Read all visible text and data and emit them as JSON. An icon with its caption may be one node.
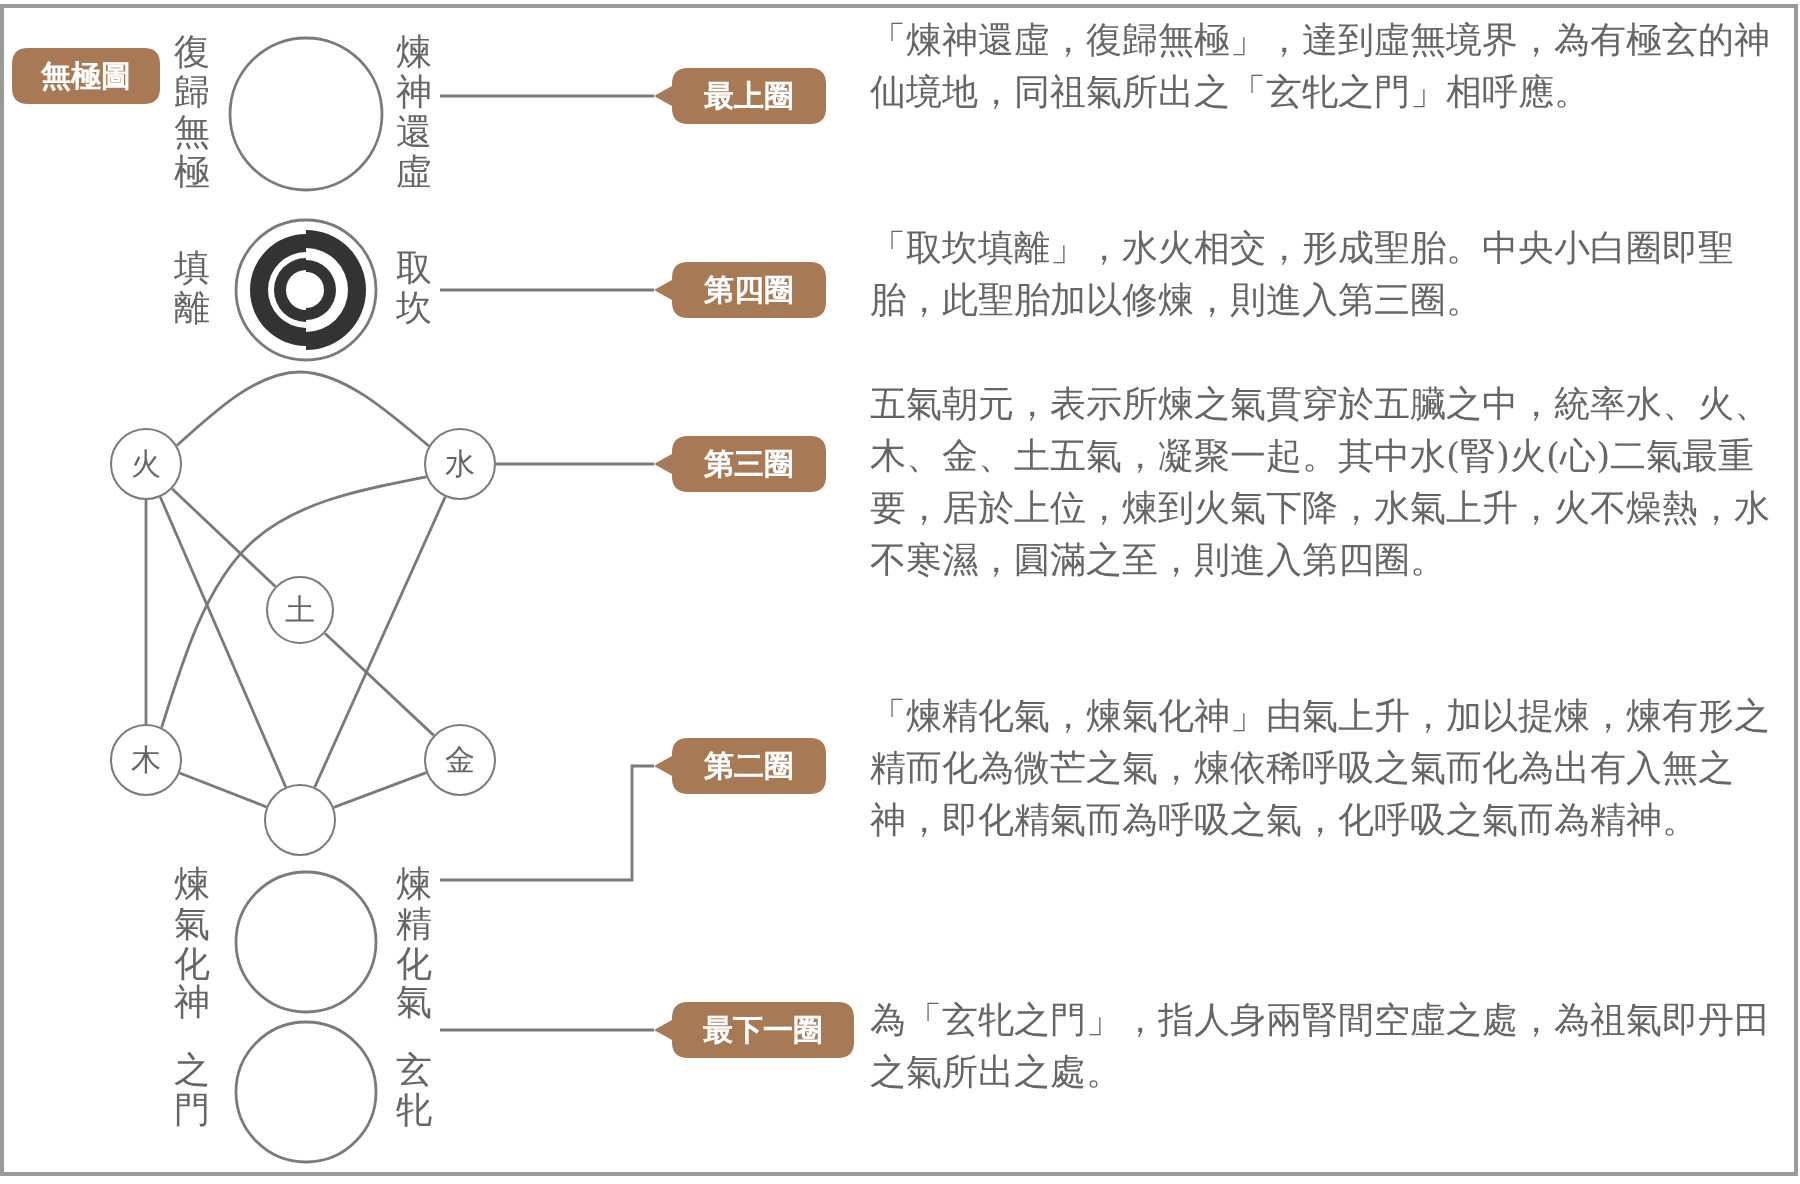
{
  "diagram": {
    "nodes": [
      {
        "text": [
          "無極圖"
        ]
      },
      {
        "text": [],
        "shape": "circle",
        "beside": [
          "復歸無極",
          "煉神還虛"
        ]
      },
      {
        "text": [
          "最上圈"
        ],
        "beside": [
          "「煉神還虛，復歸無極」，達到虛無境界，為有極玄的神仙境地，同祖氣所出之「玄牝之門」相呼應。"
        ]
      },
      {
        "text": [],
        "shape": "circle",
        "beside": [
          "填離",
          "取坎"
        ]
      },
      {
        "text": [
          "第四圈"
        ],
        "beside": [
          "「取坎填離」，水火相交，形成聖胎。中央小白圈即聖胎，此聖胎加以修煉，則進入第三圈。"
        ]
      },
      {
        "text": [
          "火"
        ]
      },
      {
        "text": [
          "水"
        ]
      },
      {
        "text": [
          "第三圈"
        ],
        "beside": [
          "五氣朝元，表示所煉之氣貫穿於五臟之中，統率水、火、木、金、土五氣，凝聚一起。其中水(腎)火(心)二氣最重要，居於上位，煉到火氣下降，水氣上升，火不燥熱，水不寒濕，圓滿之至，則進入第四圈。"
        ]
      },
      {
        "text": [
          "土"
        ]
      },
      {
        "text": [
          "木"
        ]
      },
      {
        "text": [
          "金"
        ]
      },
      {
        "text": [],
        "shape": "circle"
      },
      {
        "text": [
          "第二圈"
        ],
        "beside": [
          "「煉精化氣，煉氣化神」由氣上升，加以提煉，煉有形之精而化為微芒之氣，煉依稀呼吸之氣而化為出有入無之神，即化精氣而為呼吸之氣，化呼吸之氣而為精神。"
        ]
      },
      {
        "text": [],
        "shape": "circle",
        "beside": [
          "煉氣化神",
          "煉精化氣"
        ]
      },
      {
        "text": [],
        "shape": "circle",
        "beside": [
          "之門",
          "玄牝"
        ]
      },
      {
        "text": [
          "最下一圈"
        ],
        "beside": [
          "為「玄牝之門」，指人身兩腎間空虛之處，為祖氣即丹田之氣所出之處。"
        ]
      }
    ],
    "edges": [
      {
        "from": 1,
        "to": 2,
        "arrow": "none"
      },
      {
        "from": 3,
        "to": 4,
        "arrow": "none"
      },
      {
        "from": 5,
        "to": 6,
        "arrow": "none"
      },
      {
        "from": 5,
        "to": 9,
        "arrow": "none"
      },
      {
        "from": 5,
        "to": 8,
        "arrow": "none"
      },
      {
        "from": 5,
        "to": 11,
        "arrow": "none"
      },
      {
        "from": 6,
        "to": 7,
        "arrow": "none"
      },
      {
        "from": 6,
        "to": 9,
        "arrow": "none"
      },
      {
        "from": 6,
        "to": 11,
        "arrow": "none"
      },
      {
        "from": 8,
        "to": 10,
        "arrow": "none"
      },
      {
        "from": 9,
        "to": 11,
        "arrow": "none"
      },
      {
        "from": 10,
        "to": 11,
        "arrow": "none"
      },
      {
        "from": 13,
        "to": 12,
        "arrow": "none"
      },
      {
        "from": 14,
        "to": 15,
        "arrow": "none"
      }
    ]
  }
}
